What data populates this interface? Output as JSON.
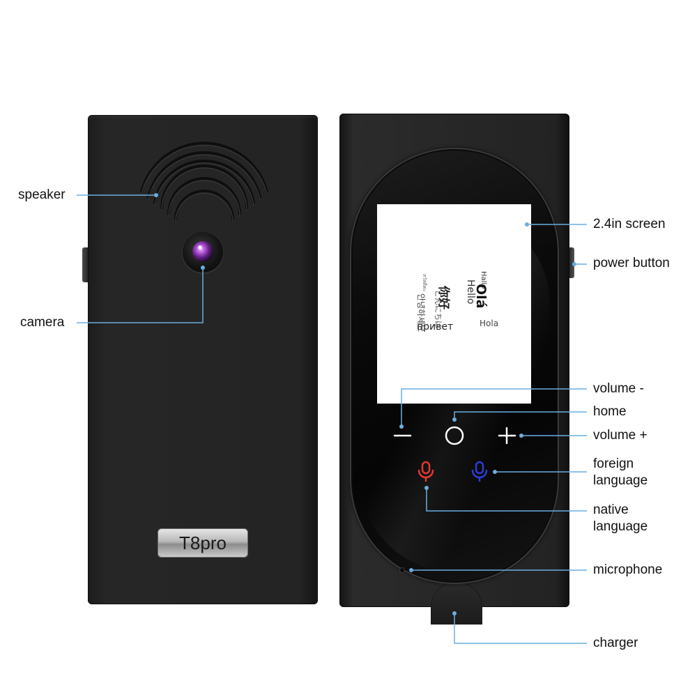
{
  "device": {
    "model_label": "T8pro",
    "screen_greetings": [
      "你好",
      "Hallo",
      "Olá",
      "Hello",
      "Hola",
      "привет",
      "안녕하세요",
      "こんにちは",
      "สวัสดีค่ะ"
    ]
  },
  "callouts": {
    "speaker": "speaker",
    "camera": "camera",
    "screen": "2.4in screen",
    "power_button": "power button",
    "volume_minus": "volume -",
    "home": "home",
    "volume_plus": "volume +",
    "foreign_language_line1": "foreign",
    "foreign_language_line2": "language",
    "native_language_line1": "native",
    "native_language_line2": "language",
    "microphone": "microphone",
    "charger": "charger"
  },
  "colors": {
    "callout_line": "#6aaee0",
    "native_mic": "#e03a2f",
    "foreign_mic": "#2a3ed8",
    "device_body": "#232323"
  },
  "icons": {
    "speaker": "speaker-arc-icon",
    "camera": "camera-lens-icon",
    "volume_minus": "minus-icon",
    "home": "circle-icon",
    "volume_plus": "plus-icon",
    "native_mic": "microphone-icon",
    "foreign_mic": "microphone-icon"
  }
}
